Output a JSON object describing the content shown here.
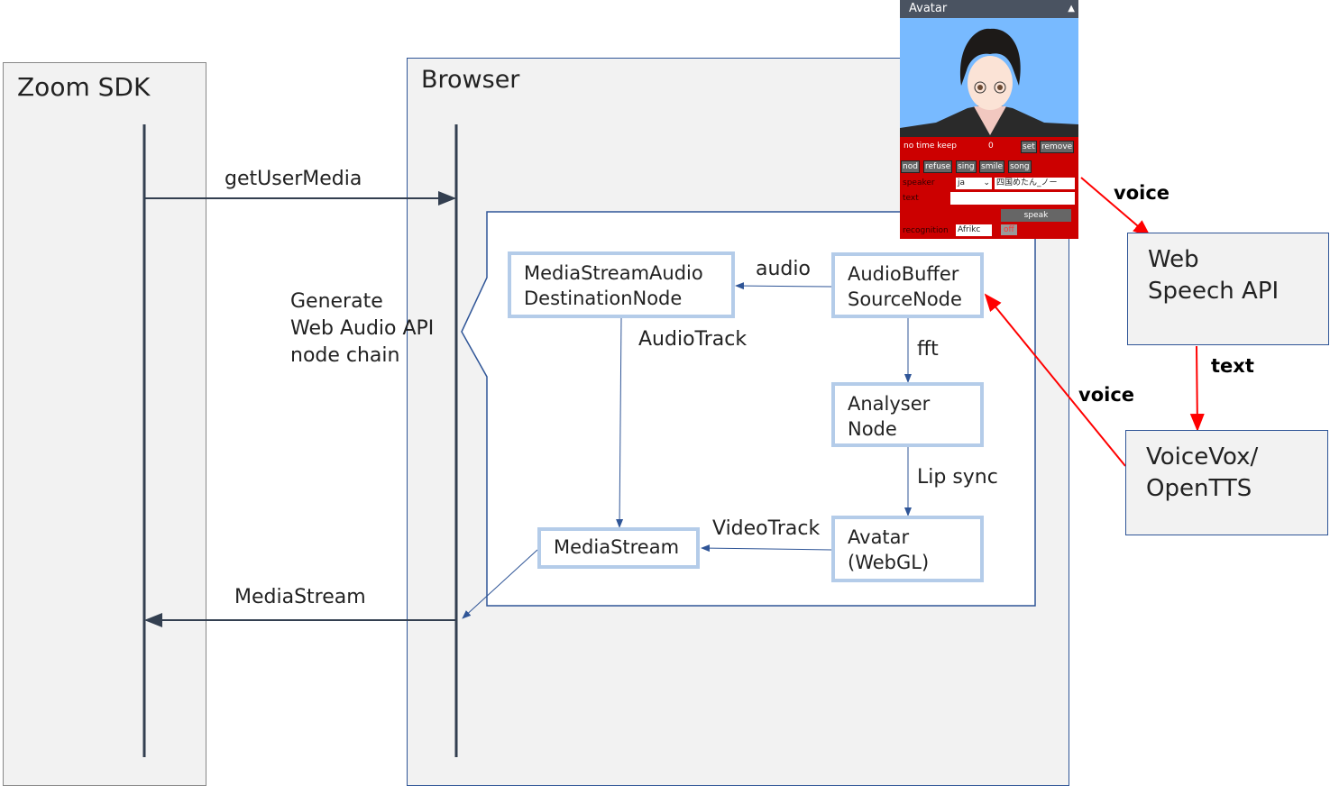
{
  "lanes": {
    "zoom": "Zoom SDK",
    "browser": "Browser"
  },
  "messages": {
    "get_user_media": "getUserMedia",
    "media_stream": "MediaStream",
    "generate": "Generate\nWeb Audio API\nnode chain"
  },
  "nodes": {
    "dest": "MediaStreamAudio\nDestinationNode",
    "source": "AudioBuffer\nSourceNode",
    "analyser": "Analyser\nNode",
    "avatar": "Avatar\n(WebGL)",
    "stream": "MediaStream"
  },
  "edges": {
    "audio": "audio",
    "audio_track": "AudioTrack",
    "fft": "fft",
    "lip_sync": "Lip sync",
    "video_track": "VideoTrack"
  },
  "external": {
    "web_speech": "Web\nSpeech API",
    "voicevox": "VoiceVox/\nOpenTTS"
  },
  "red_edges": {
    "voice1": "voice",
    "text": "text",
    "voice2": "voice"
  },
  "panel": {
    "title": "Avatar",
    "no_time_keep": "no time keep",
    "counter": "0",
    "set": "set",
    "remove": "remove",
    "actions": [
      "nod",
      "refuse",
      "sing",
      "smile",
      "song"
    ],
    "speaker_label": "speaker",
    "speaker_lang": "ja",
    "speaker_voice": "四国めたん_ノー",
    "text_label": "text",
    "text_value": "",
    "speak": "speak",
    "recognition_label": "recognition",
    "recognition_lang": "Afrikc",
    "off": "off"
  },
  "colors": {
    "panel_bg": "#cc0000",
    "node_border": "#b4cce9",
    "line": "#2f5597",
    "arrow_red": "#ff0000"
  }
}
